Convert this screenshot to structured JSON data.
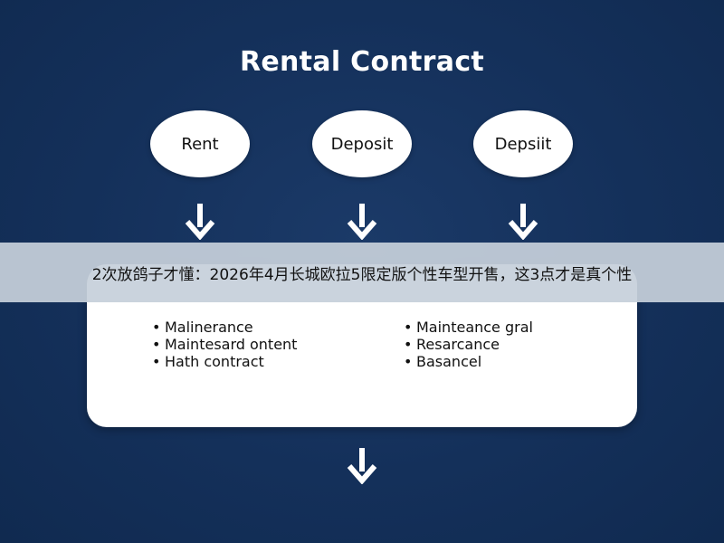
{
  "diagram": {
    "title": "Rental Contract",
    "nodes": [
      {
        "label": "Rent"
      },
      {
        "label": "Deposit"
      },
      {
        "label": "Depsiit"
      }
    ],
    "box": {
      "left_items": [
        "Malinerance",
        "Maintesard ontent",
        "Hath contract"
      ],
      "right_items": [
        "Mainteance gral",
        "Resarcance",
        "Basancel"
      ],
      "bullet": "•"
    },
    "arrow_icon": "down-arrow-icon",
    "colors": {
      "background": "#15305a",
      "node_fill": "#ffffff",
      "arrow": "#ffffff",
      "text": "#111111"
    }
  },
  "overlay": {
    "caption": "2次放鸽子才懂：2026年4月长城欧拉5限定版个性车型开售，这3点才是真个性",
    "color": "#c6d0da"
  }
}
